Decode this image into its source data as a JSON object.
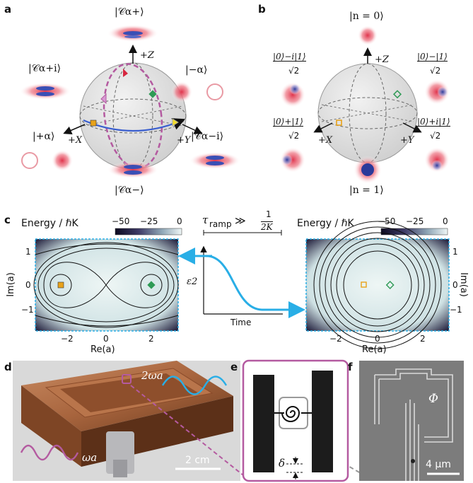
{
  "panels": {
    "a": "a",
    "b": "b",
    "c": "c",
    "d": "d",
    "e": "e",
    "f": "f"
  },
  "panel_a": {
    "ket_top": "|𝒞α+⟩",
    "ket_left": "|𝒞α+i⟩",
    "ket_right_top": "|−α⟩",
    "ket_left_bottom": "|+α⟩",
    "ket_right_bottom": "|𝒞α−i⟩",
    "ket_bottom": "|𝒞α−⟩",
    "axis_z": "+Z",
    "axis_x": "+X",
    "axis_y": "+Y"
  },
  "panel_b": {
    "ket_top": "|n = 0⟩",
    "ket_bottom": "|n = 1⟩",
    "state_ul_num": "|0⟩−i|1⟩",
    "state_ur_num": "|0⟩−|1⟩",
    "state_ll_num": "|0⟩+|1⟩",
    "state_lr_num": "|0⟩+i|1⟩",
    "denom": "√2",
    "axis_z": "+Z",
    "axis_x": "+X",
    "axis_y": "+Y"
  },
  "panel_c": {
    "cbar_title": "Energy / ℏK",
    "cbar_ticks": [
      "−50",
      "−25",
      "0"
    ],
    "ramp_label": "τramp ≫ 1/2K",
    "ramp_tau": "τ",
    "ramp_sub": "ramp",
    "ramp_rel": "≫",
    "ramp_num": "1",
    "ramp_den": "2K",
    "eps_label": "ε2",
    "time_label": "Time",
    "left_ylabel": "Im(a)",
    "right_ylabel": "Im(a)",
    "xlabel": "Re(a)",
    "x_ticks": [
      "−2",
      "0",
      "2"
    ],
    "y_ticks": [
      "1",
      "0",
      "−1"
    ]
  },
  "panel_d": {
    "drive_label": "2ωa",
    "mode_label": "ωa",
    "scale_label": "2 cm"
  },
  "panel_e": {
    "delta_label": "δ"
  },
  "panel_f": {
    "phi_label": "Φ",
    "scale_label": "4 μm"
  },
  "colors": {
    "purple": "#b45aa0",
    "red": "#d6263f",
    "green": "#2e9a55",
    "orange": "#e8a21a",
    "blue": "#3a5fcf",
    "cyan": "#29aee6",
    "contour_bg": "#e6f2f2"
  }
}
